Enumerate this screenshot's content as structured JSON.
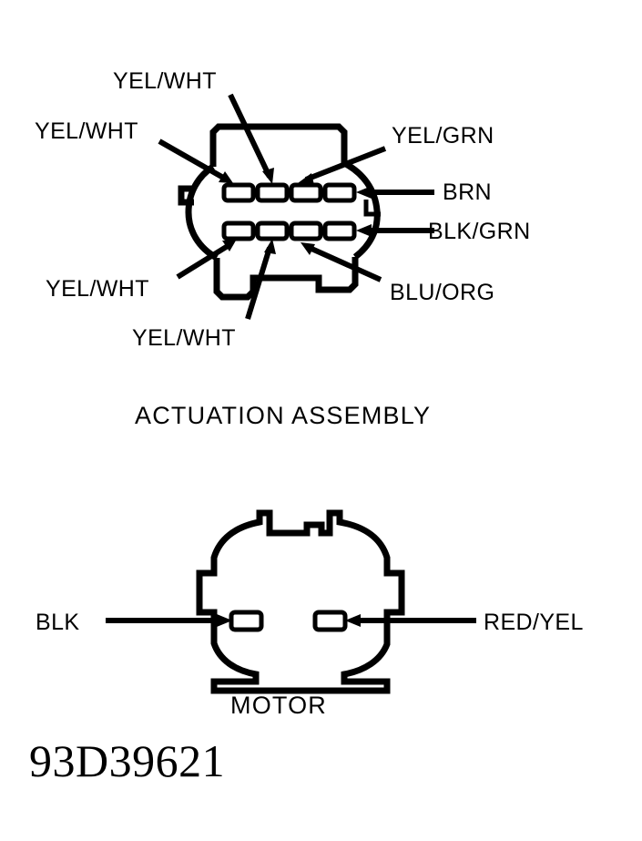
{
  "figure": {
    "id_number": "93D39621",
    "background_color": "#ffffff",
    "line_color": "#000000"
  },
  "actuation_assembly": {
    "caption": "ACTUATION ASSEMBLY",
    "terminal_rows": 2,
    "terminals_per_row": 4,
    "labels": {
      "top_center": "YEL/WHT",
      "top_left": "YEL/WHT",
      "top_right": "YEL/GRN",
      "right_upper": "BRN",
      "right_lower": "BLK/GRN",
      "bottom_left": "YEL/WHT",
      "bottom_center": "YEL/WHT",
      "bottom_right": "BLU/ORG"
    }
  },
  "motor": {
    "caption": "MOTOR",
    "terminals_count": 2,
    "labels": {
      "left": "BLK",
      "right": "RED/YEL"
    }
  }
}
